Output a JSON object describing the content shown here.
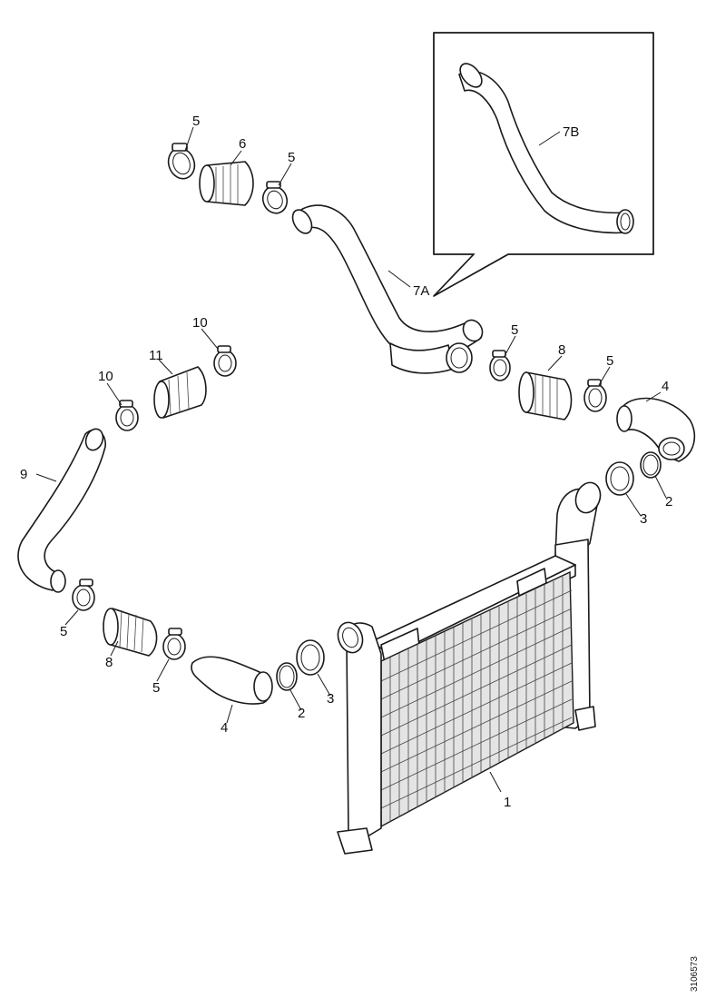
{
  "document_number": "3106573",
  "callouts": {
    "intercooler": "1",
    "seal_ring_right": "2",
    "seal_ring_left": "2",
    "clamp_ring_right": "3",
    "clamp_ring_left": "3",
    "elbow_right": "4",
    "elbow_left": "4",
    "clamp_top_left": "5",
    "clamp_top_right": "5",
    "clamp_mid_1": "5",
    "clamp_mid_2": "5",
    "clamp_low_1": "5",
    "clamp_low_2": "5",
    "sleeve_top": "6",
    "pipe_7a": "7A",
    "pipe_7b": "7B",
    "sleeve_mid": "8",
    "sleeve_low": "8",
    "pipe_9": "9",
    "clamp10_top": "10",
    "clamp10_low": "10",
    "sleeve_11": "11"
  }
}
